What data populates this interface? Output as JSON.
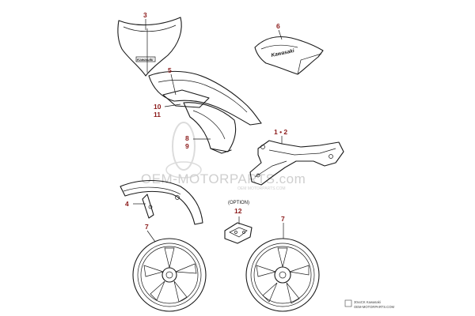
{
  "watermark": {
    "text": "OEM-MOTORPARTS.com",
    "subtext": "OEM MOTORPARTS.COM"
  },
  "callouts": {
    "c3": "3",
    "c6": "6",
    "c5": "5",
    "c10": "10",
    "c11": "11",
    "c8": "8",
    "c9": "9",
    "c12": "1 • 2",
    "c4": "4",
    "c12opt": "12",
    "c7a": "7",
    "c7b": "7"
  },
  "option_label": "(OPTION)",
  "brand_marks": {
    "windshield": "Kawasaki",
    "guard": "Kawasaki"
  },
  "footer": {
    "line1": "30xxCK Kawasaki",
    "line2": "OEM-MOTORPARTS.COM"
  }
}
